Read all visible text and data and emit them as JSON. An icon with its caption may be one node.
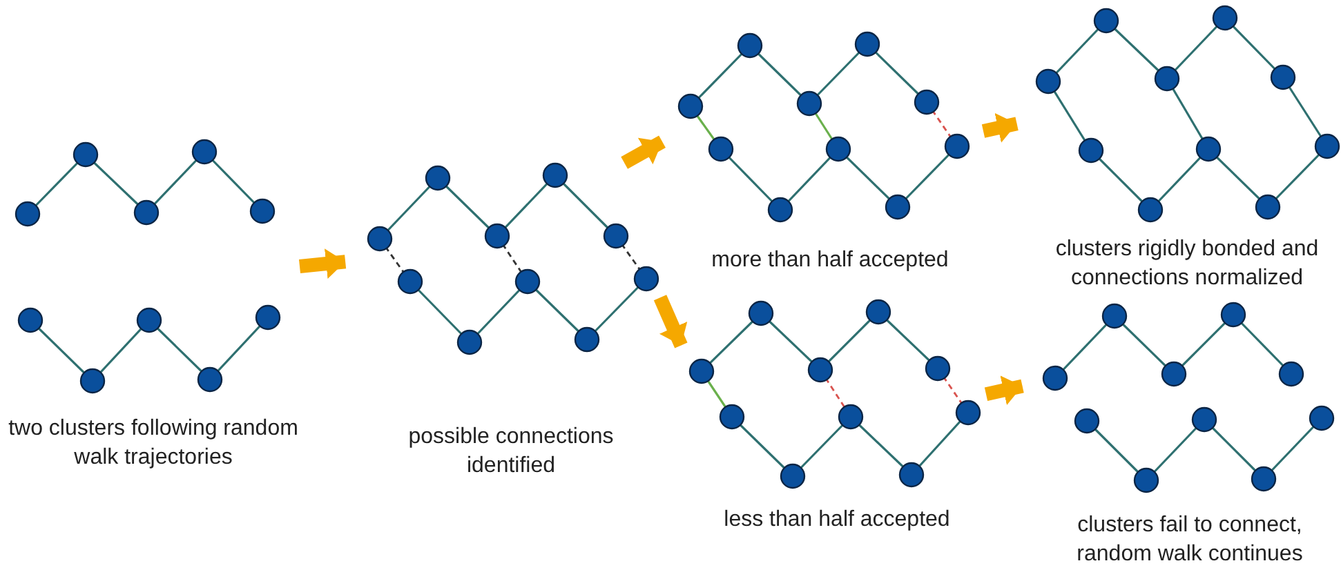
{
  "diagram": {
    "nodes": [
      {
        "text": [
          "two clusters following random walk trajectories"
        ]
      },
      {
        "text": [
          "possible connections identified"
        ]
      },
      {
        "text": [
          "more than half accepted"
        ]
      },
      {
        "text": [
          "clusters rigidly bonded and connections normalized"
        ]
      },
      {
        "text": [
          "less than half accepted"
        ]
      },
      {
        "text": [
          "clusters fail to connect, random walk continues"
        ]
      }
    ],
    "edges": [
      {
        "from": 0,
        "to": 1,
        "arrow": "to"
      },
      {
        "from": 1,
        "to": 2,
        "arrow": "to"
      },
      {
        "from": 1,
        "to": 4,
        "arrow": "to"
      },
      {
        "from": 2,
        "to": 3,
        "arrow": "to"
      },
      {
        "from": 4,
        "to": 5,
        "arrow": "to"
      }
    ]
  }
}
